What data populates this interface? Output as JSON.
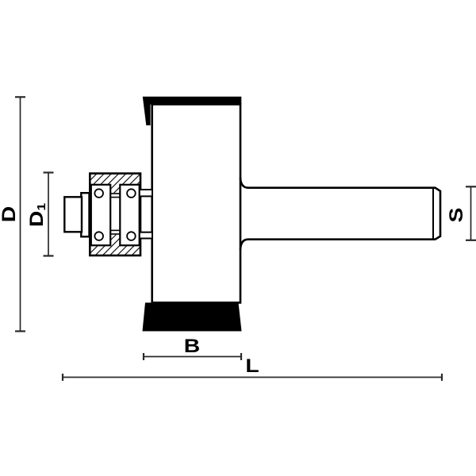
{
  "diagram": {
    "dimension_labels": {
      "overall_diameter": "D",
      "bearing_diameter_main": "D",
      "bearing_diameter_sub": "1",
      "cutting_width": "B",
      "overall_length": "L",
      "shank_diameter": "S"
    },
    "colors": {
      "outline": "#000000",
      "dimension_line": "#2a2a2a",
      "background": "#ffffff"
    }
  }
}
